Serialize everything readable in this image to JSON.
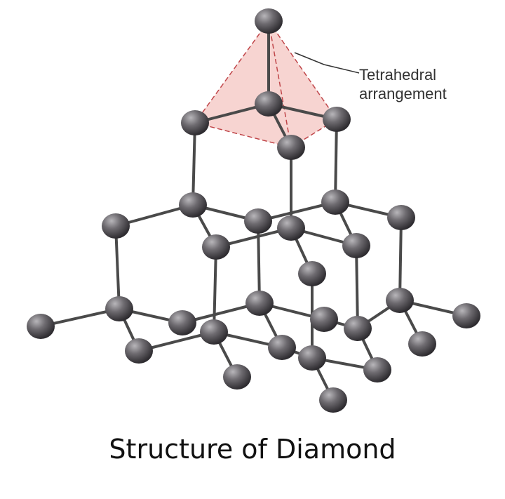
{
  "diagram": {
    "callout_line1": "Tetrahedral",
    "callout_line2": "arrangement",
    "caption": "Structure of Diamond",
    "colors": {
      "atom": "#6e6b70",
      "bond": "#4a4a4a",
      "tetrahedron_fill": "#f4c6c2",
      "tetrahedron_edge": "#c0464a"
    }
  }
}
